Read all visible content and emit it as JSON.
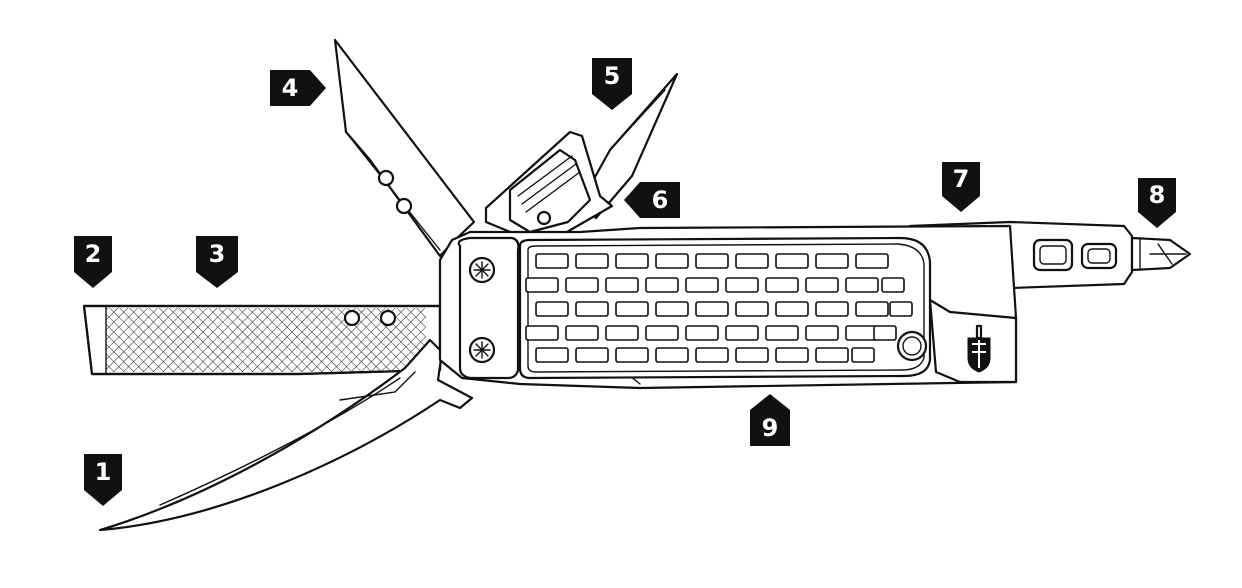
{
  "diagram": {
    "colors": {
      "ink": "#111111",
      "paper": "#ffffff",
      "tag_bg": "#111111",
      "tag_text": "#ffffff"
    },
    "callouts": [
      {
        "id": "1",
        "label": "1"
      },
      {
        "id": "2",
        "label": "2"
      },
      {
        "id": "3",
        "label": "3"
      },
      {
        "id": "4",
        "label": "4"
      },
      {
        "id": "5",
        "label": "5"
      },
      {
        "id": "6",
        "label": "6"
      },
      {
        "id": "7",
        "label": "7"
      },
      {
        "id": "8",
        "label": "8"
      },
      {
        "id": "9",
        "label": "9"
      }
    ]
  }
}
